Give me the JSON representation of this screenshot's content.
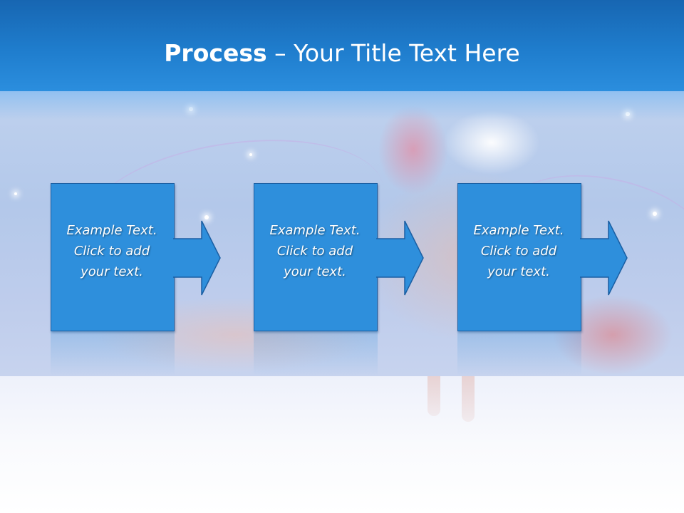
{
  "title": {
    "bold": "Process",
    "dash": " – ",
    "rest": "Your Title Text Here"
  },
  "steps": [
    {
      "line1": "Example Text.",
      "line2": "Click  to add",
      "line3": "your text."
    },
    {
      "line1": "Example Text.",
      "line2": "Click  to add",
      "line3": "your text."
    },
    {
      "line1": "Example Text.",
      "line2": "Click  to add",
      "line3": "your text."
    }
  ],
  "colors": {
    "title_bar": "#1f7dcd",
    "box_fill": "#2e8fdc",
    "box_border": "#1b5fa3"
  },
  "icons": [
    "right-arrow-icon"
  ]
}
